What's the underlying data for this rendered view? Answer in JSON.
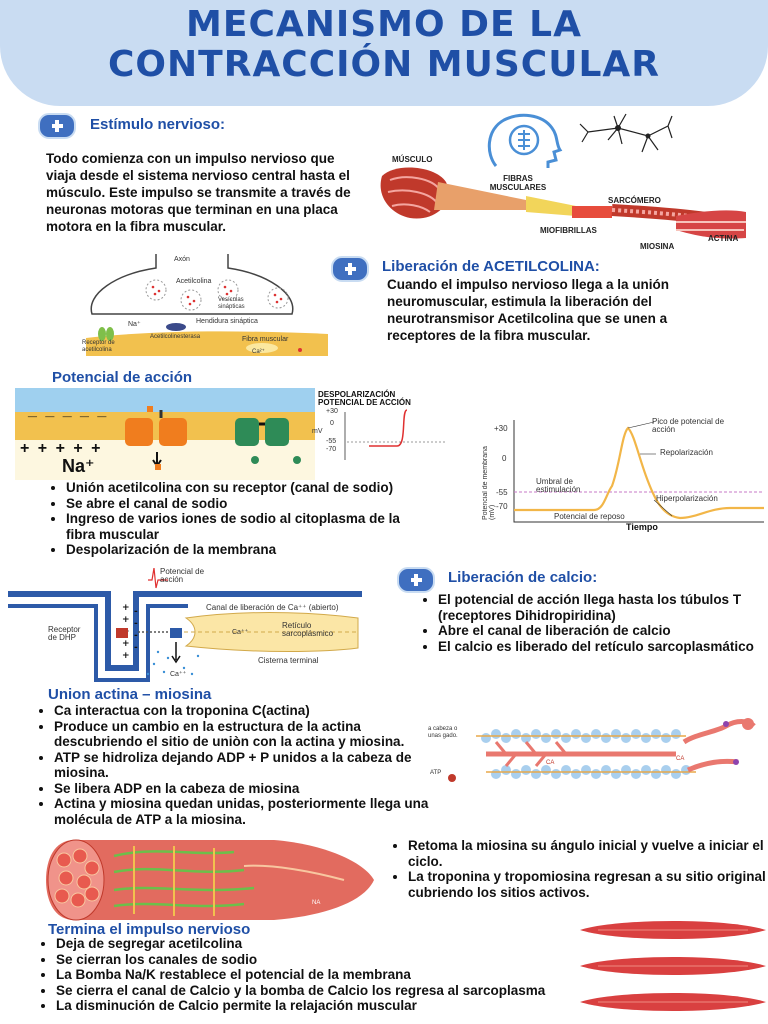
{
  "title": {
    "line1": "MECANISMO DE LA",
    "line2": "CONTRACCIÓN MUSCULAR"
  },
  "estimulo": {
    "heading": "Estímulo nervioso:",
    "text": "Todo comienza con un impulso nervioso que viaja desde el sistema nervioso central hasta el músculo. Este impulso se transmite a través de neuronas motoras que terminan en una placa motora en la fibra muscular.",
    "figure_labels": {
      "musculo": "MÚSCULO",
      "fibras": "FIBRAS MUSCULARES",
      "sarcomero": "SARCÓMERO",
      "miofibrillas": "MIOFIBRILLAS",
      "actina": "ACTINA",
      "miosina": "MIOSINA"
    }
  },
  "acetilcolina": {
    "heading": "Liberación de ACETILCOLINA:",
    "text": "Cuando el impulso nervioso llega a la unión neuromuscular, estimula la liberación del neurotransmisor Acetilcolina que se unen a receptores de la fibra muscular.",
    "figure_labels": {
      "axon": "Axón",
      "acetilcolina": "Acetilcolina",
      "vesiculas": "Vesículas sinápticas",
      "na": "Na⁺",
      "hendidura": "Hendidura sináptica",
      "receptor": "Receptor de acetilcolina",
      "acetilcolinesterasa": "Acetilcolinesterasa",
      "fibra": "Fibra muscular",
      "ca": "Ca²⁺"
    }
  },
  "potencial": {
    "heading": "Potencial de acción",
    "figure_labels": {
      "despol1": "DESPOLARIZACIÓN",
      "despol2": "POTENCIAL DE ACCIÓN",
      "minus": "_ _ _ _ _",
      "plus": "+ + + + +",
      "na": "Na⁺",
      "t30": "+30",
      "t0": "0",
      "mv": "mV",
      "t55": "-55",
      "t70": "-70"
    },
    "bullets": [
      "Unión acetilcolina con su receptor (canal de sodio)",
      "Se abre el canal de sodio",
      "Ingreso de varios iones de sodio al citoplasma de la fibra muscular",
      "Despolarización de la membrana"
    ],
    "graph": {
      "ylabel": "Potencial de membrana (mV)",
      "xlabel": "Tiempo",
      "ticks": [
        "+30",
        "0",
        "-55",
        "-70"
      ],
      "pico": "Pico de potencial de acción",
      "repol": "Repolarización",
      "umbral": "Umbral de estimulación",
      "hiper": "Hiperpolarización",
      "reposo": "Potencial de reposo"
    }
  },
  "calcio": {
    "heading": "Liberación de calcio:",
    "bullets": [
      "El potencial de acción llega hasta los túbulos T (receptores Dihidropiridina)",
      "Abre el canal de liberación de calcio",
      "El calcio es liberado del retículo sarcoplasmático"
    ],
    "figure_labels": {
      "potencial": "Potencial de acción",
      "receptor": "Receptor de DHP",
      "canal": "Canal de liberación de Ca⁺⁺ (abierto)",
      "reticulo": "Retículo sarcoplásmico",
      "ca": "Ca⁺⁺",
      "cisterna": "Cisterna terminal",
      "ca2": "Ca⁺⁺"
    }
  },
  "union": {
    "heading": "Union actina – miosina",
    "bullets": [
      "Ca interactua con la troponina C(actina)",
      "Produce un cambio en la estructura de la actina descubriendo el sitio de uniòn con la actina y miosina.",
      "ATP se hidroliza dejando ADP + P unidos a la cabeza de miosina.",
      "Se libera ADP en la cabeza de miosina",
      "Actina y miosina quedan unidas, posteriormente llega una molécula de ATP  a la miosina."
    ],
    "figure_labels": {
      "cabeza": "a cabeza o unas gado.",
      "atp": "ATP",
      "ca": "CA",
      "ca2": "CA",
      "na": "NA"
    }
  },
  "retoma": {
    "bullets": [
      "Retoma la miosina su ángulo inicial y vuelve a iniciar el ciclo.",
      "La troponina y tropomiosina regresan a su sitio original cubriendo los sitios activos."
    ]
  },
  "termina": {
    "heading": "Termina el impulso nervioso",
    "bullets": [
      "Deja de segregar acetilcolina",
      "Se cierran los canales de sodio",
      "La Bomba Na/K restablece el potencial de la membrana",
      "Se cierra el canal de Calcio y la bomba de Calcio los regresa al sarcoplasma",
      "La disminución de Calcio permite la relajación muscular"
    ]
  },
  "colors": {
    "accent": "#1f4fa6",
    "header_bg": "#c9dcf2",
    "badge": "#3f6fc0",
    "muscle": "#d94040",
    "membrane": "#f2c14e"
  }
}
